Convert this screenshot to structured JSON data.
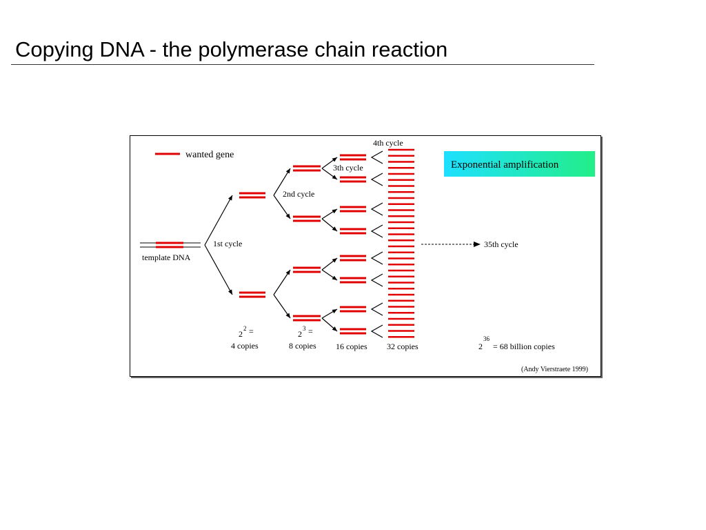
{
  "slide": {
    "title": "Copying DNA - the polymerase chain reaction"
  },
  "figure": {
    "legend_label": "wanted gene",
    "template_label": "template DNA",
    "cycle_labels": {
      "first": "1st cycle",
      "second": "2nd cycle",
      "third": "3th cycle",
      "fourth": "4th cycle",
      "final": "35th cycle"
    },
    "banner": "Exponential amplification",
    "copy_counts": {
      "four": {
        "base": "2",
        "exp": "2",
        "eq": "=",
        "text": "4 copies"
      },
      "eight": {
        "base": "2",
        "exp": "3",
        "eq": "=",
        "text": "8 copies"
      },
      "sixteen": {
        "text": "16 copies"
      },
      "thirtytwo": {
        "text": "32 copies"
      },
      "billion": {
        "base": "2",
        "exp": "36",
        "text": "= 68 billion copies"
      }
    },
    "credit": "(Andy Vierstraete 1999)",
    "colors": {
      "dna_strand": "#e00000",
      "template_strand": "#000000",
      "banner_background": "#1de9b6",
      "banner_gradient_start": "#1ee0ff",
      "frame_border": "#000000"
    }
  }
}
